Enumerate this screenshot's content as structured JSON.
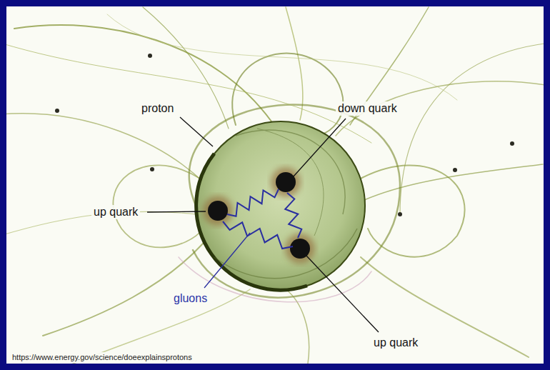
{
  "diagram": {
    "labels": [
      "proton",
      "down quark",
      "up quark",
      "gluons",
      "up quark",
      "https://www.energy.gov/science/doeexplainsprotons"
    ]
  }
}
